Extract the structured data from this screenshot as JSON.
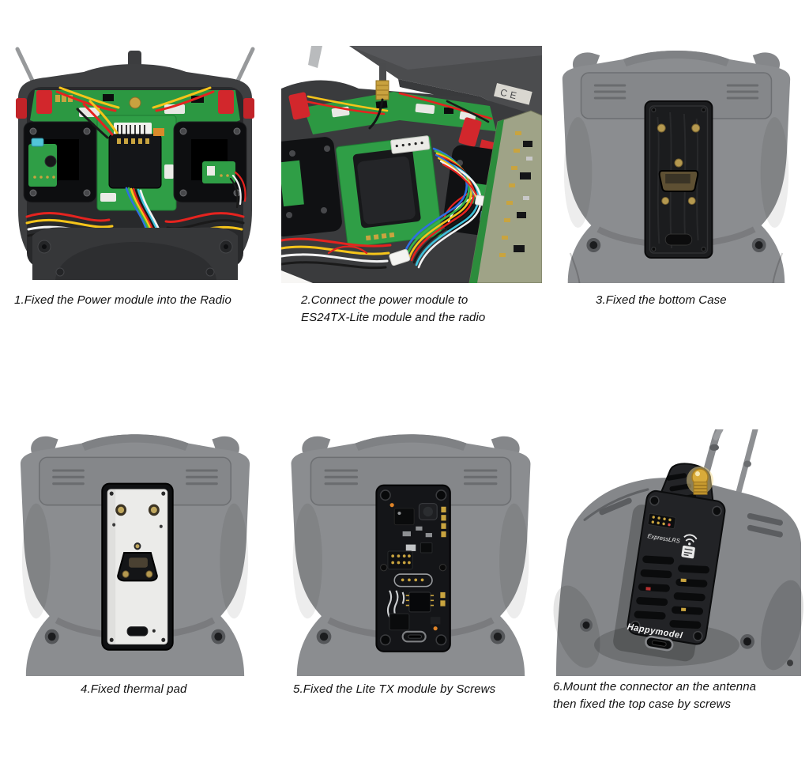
{
  "sheet": {
    "background": "#ffffff"
  },
  "steps": [
    {
      "caption": "1.Fixed the Power module into the Radio",
      "image": "radio-opened-front-with-power-module"
    },
    {
      "caption": "2.Connect the power module to\nES24TX-Lite module and the radio",
      "image": "radio-opened-wiring-es24tx-lite"
    },
    {
      "caption": "3.Fixed the bottom Case",
      "image": "radio-back-module-bay"
    },
    {
      "caption": "4.Fixed thermal pad",
      "image": "radio-back-thermal-pad"
    },
    {
      "caption": "5.Fixed the Lite TX module by Screws",
      "image": "radio-back-lite-tx-pcb"
    },
    {
      "caption": "6.Mount the connector an the antenna\nthen fixed the top case by screws",
      "image": "radio-back-assembled-module-antenna"
    }
  ],
  "photo_labels": {
    "module_brand": "Happymodel",
    "module_firmware": "ExpressLRS",
    "case_marking": "CE"
  },
  "colors": {
    "pcb_green": "#2f9e46",
    "switch_red": "#d2272c",
    "case_gray": "#8b8d90",
    "shell_dark": "#3e3f41",
    "antenna_gold": "#c9a23f",
    "pad_silver": "#ebebe9"
  }
}
